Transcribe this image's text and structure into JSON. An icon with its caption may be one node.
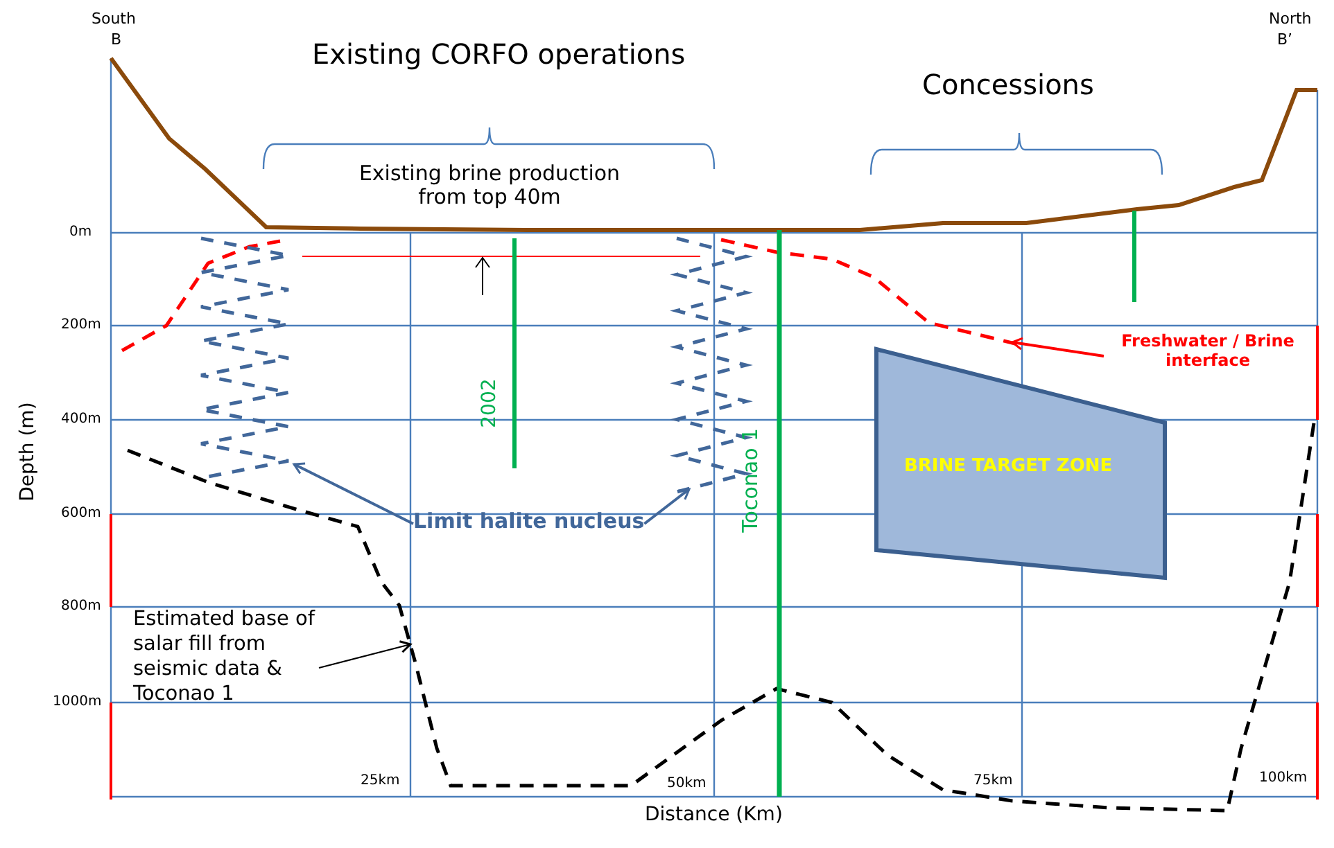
{
  "diagram": {
    "nodes": [
      {
        "text": [
          "Limit halite nucleus"
        ]
      },
      {
        "text": [
          "Freshwater / Brine interface"
        ]
      },
      {
        "text": [
          "Estimated base of salar fill from seismic data & Toconao 1"
        ]
      },
      {
        "text": [
          "BRINE TARGET ZONE"
        ]
      }
    ],
    "edges": [
      {
        "from": 0,
        "to": null,
        "arrow": "to",
        "color": "#41679a"
      },
      {
        "from": 0,
        "to": null,
        "arrow": "to",
        "color": "#41679a"
      },
      {
        "from": 1,
        "to": null,
        "arrow": "to",
        "color": "#ff0000"
      },
      {
        "from": 2,
        "to": null,
        "arrow": "to",
        "color": "#000000"
      }
    ],
    "labels": [
      "South",
      "B",
      "North",
      "B’",
      "Existing CORFO operations",
      "Concessions",
      "Existing brine production from top 40m",
      "0m",
      "200m",
      "400m",
      "600m",
      "800m",
      "1000m",
      "Depth (m)",
      "2002",
      "Toconao 1",
      "25km",
      "50km",
      "75km",
      "100km",
      "Distance (Km)"
    ]
  }
}
